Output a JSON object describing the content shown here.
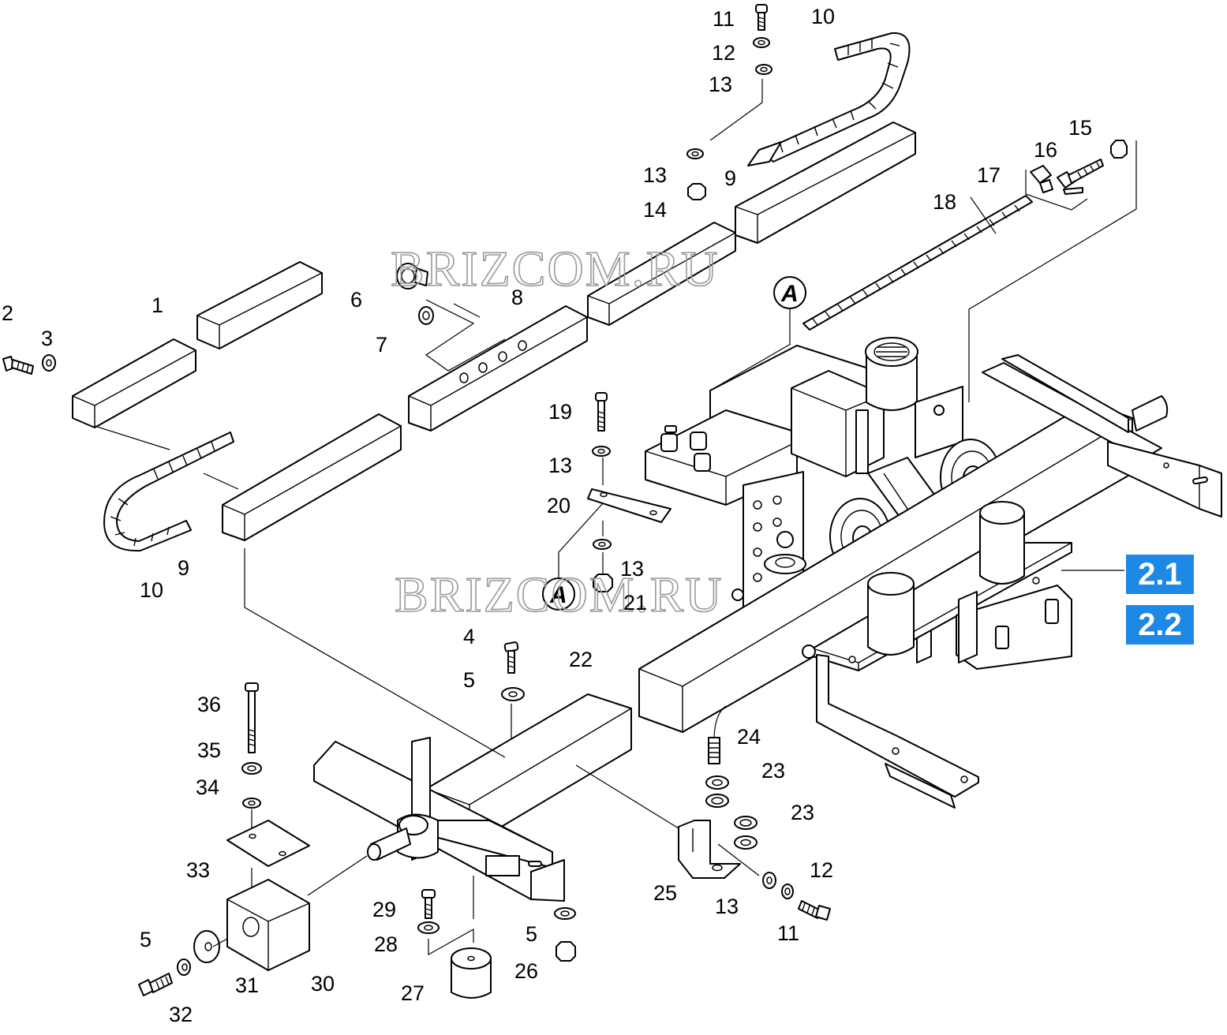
{
  "diagram": {
    "ref_labels": [
      "2.1",
      "2.2"
    ],
    "ref_color": "#1e88e5",
    "watermark": "BRIZCOM.RU",
    "detail_marker": "A",
    "part_numbers": [
      "11",
      "12",
      "13",
      "10",
      "13",
      "9",
      "14",
      "15",
      "16",
      "17",
      "18",
      "1",
      "2",
      "3",
      "6",
      "7",
      "8",
      "10",
      "9",
      "19",
      "13",
      "20",
      "13",
      "21",
      "4",
      "5",
      "22",
      "36",
      "35",
      "34",
      "33",
      "24",
      "23",
      "23",
      "25",
      "13",
      "12",
      "11",
      "29",
      "28",
      "5",
      "26",
      "27",
      "30",
      "31",
      "5",
      "32"
    ]
  }
}
